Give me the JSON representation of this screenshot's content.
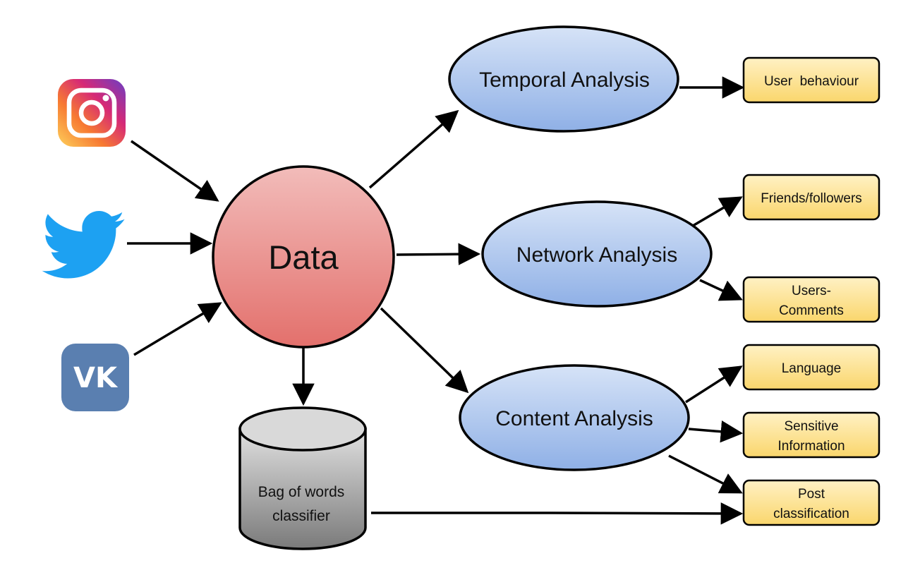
{
  "sources": [
    {
      "name": "instagram",
      "icon": "instagram-icon"
    },
    {
      "name": "twitter",
      "icon": "twitter-icon"
    },
    {
      "name": "vk",
      "icon": "vk-icon",
      "glyph": "VK"
    }
  ],
  "center": {
    "label": "Data"
  },
  "analyses": {
    "temporal": "Temporal Analysis",
    "network": "Network Analysis",
    "content": "Content Analysis"
  },
  "outputs": {
    "user_behaviour": [
      "User  behaviour"
    ],
    "friends_followers": [
      "Friends/followers"
    ],
    "users_comments": [
      "Users-",
      "Comments"
    ],
    "language": [
      "Language"
    ],
    "sensitive_information": [
      "Sensitive",
      "Information"
    ],
    "post_classification": [
      "Post",
      "classification"
    ]
  },
  "classifier": {
    "label": [
      "Bag of words",
      "classifier"
    ]
  },
  "colors": {
    "data_node": "#e98683",
    "analysis_node": "#a9c3ec",
    "output_box": "#fde08c",
    "classifier": "#9c9c9c",
    "twitter": "#1da1f2",
    "vk": "#5a7fb0"
  }
}
